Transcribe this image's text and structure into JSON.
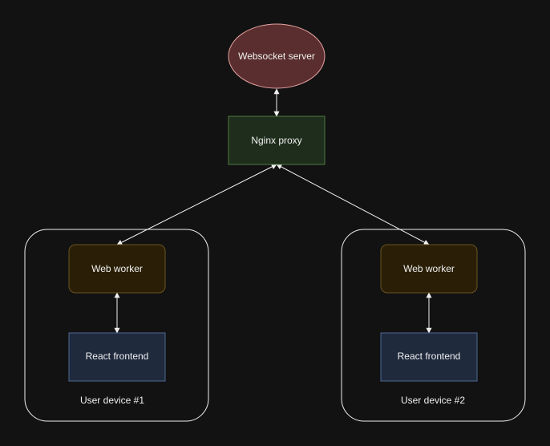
{
  "diagram": {
    "nodes": {
      "websocket_server": {
        "label": "Websocket server",
        "shape": "ellipse",
        "fill": "#5a2e2e",
        "stroke": "#e8a3a3"
      },
      "nginx_proxy": {
        "label": "Nginx proxy",
        "shape": "rectangle",
        "fill": "#1f2e1c",
        "stroke": "#4f7a40"
      },
      "web_worker_1": {
        "label": "Web worker",
        "shape": "rounded-rectangle",
        "fill": "#2a1f06",
        "stroke": "#6b5420"
      },
      "react_frontend_1": {
        "label": "React frontend",
        "shape": "rectangle",
        "fill": "#1f2a3d",
        "stroke": "#4e6b94"
      },
      "web_worker_2": {
        "label": "Web worker",
        "shape": "rounded-rectangle",
        "fill": "#2a1f06",
        "stroke": "#6b5420"
      },
      "react_frontend_2": {
        "label": "React frontend",
        "shape": "rectangle",
        "fill": "#1f2a3d",
        "stroke": "#4e6b94"
      }
    },
    "groups": {
      "user_device_1": {
        "label": "User device #1",
        "stroke": "#f0f0f0"
      },
      "user_device_2": {
        "label": "User device #2",
        "stroke": "#f0f0f0"
      }
    },
    "edges": [
      {
        "from": "Websocket server",
        "to": "Nginx proxy",
        "direction": "bidirectional"
      },
      {
        "from": "Nginx proxy",
        "to": "Web worker (User device #1)",
        "direction": "bidirectional"
      },
      {
        "from": "Nginx proxy",
        "to": "Web worker (User device #2)",
        "direction": "bidirectional"
      },
      {
        "from": "Web worker (User device #1)",
        "to": "React frontend (User device #1)",
        "direction": "bidirectional"
      },
      {
        "from": "Web worker (User device #2)",
        "to": "React frontend (User device #2)",
        "direction": "bidirectional"
      }
    ],
    "colors": {
      "background": "#121212",
      "edge": "#f0f0f0",
      "text": "#f0f0f0"
    }
  }
}
